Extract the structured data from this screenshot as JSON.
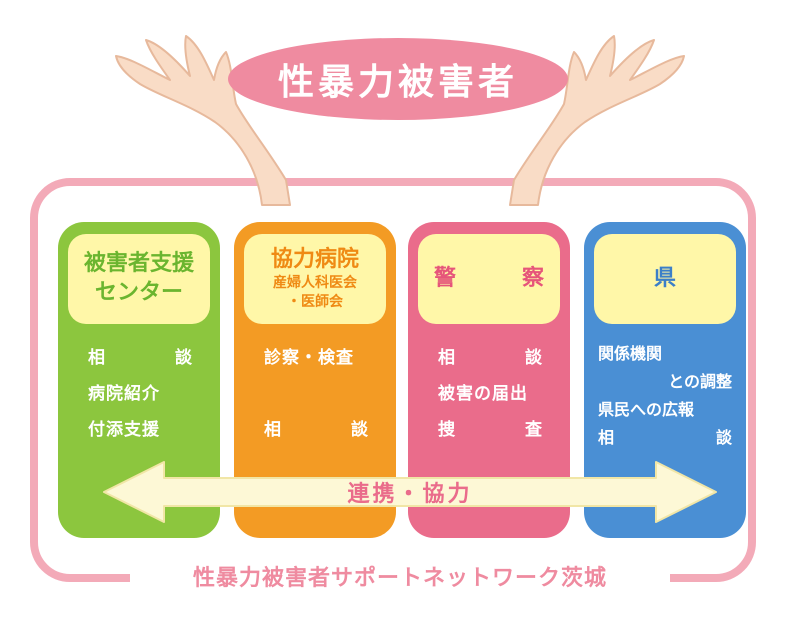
{
  "victim_label": "性暴力被害者",
  "columns": {
    "center": {
      "title": [
        "被害者支援",
        "センター"
      ],
      "items": [
        [
          "相",
          "談"
        ],
        "病院紹介",
        "付添支援"
      ]
    },
    "hospital": {
      "title": "協力病院",
      "subtitle": [
        "産婦人科医会",
        "・医師会"
      ],
      "items": [
        "診察・検査",
        [
          "相",
          "談"
        ]
      ]
    },
    "police": {
      "title": [
        "警",
        "察"
      ],
      "items": [
        [
          "相",
          "談"
        ],
        "被害の届出",
        [
          "捜",
          "査"
        ]
      ]
    },
    "prefecture": {
      "title": "県",
      "items": [
        "関係機関",
        "との調整",
        "県民への広報",
        [
          "相",
          "談"
        ]
      ]
    }
  },
  "arrow_label": "連携・協力",
  "network_name": "性暴力被害者サポートネットワーク茨城",
  "colors": {
    "pink": "#ef8ba0",
    "green": "#8cc63e",
    "orange": "#f39b24",
    "rose": "#ea6c8b",
    "blue": "#4a8fd4",
    "pale_yellow": "#fff7a8"
  }
}
